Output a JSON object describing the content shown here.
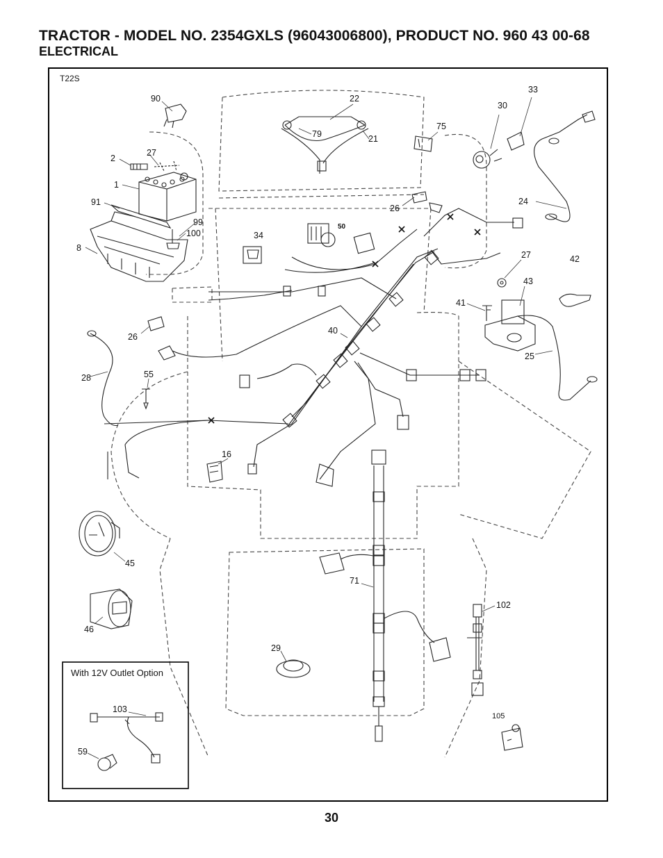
{
  "header": {
    "title": "TRACTOR - MODEL NO. 2354GXLS (96043006800), PRODUCT NO. 960 43 00-68",
    "subtitle": "ELECTRICAL"
  },
  "diagram": {
    "code": "T22S",
    "inset_title": "With 12V Outlet Option",
    "labels": {
      "p90": "90",
      "p22": "22",
      "p33": "33",
      "p30": "30",
      "p75": "75",
      "p79": "79",
      "p21": "21",
      "p27a": "27",
      "p2": "2",
      "p1": "1",
      "p91": "91",
      "p26a": "26",
      "p24": "24",
      "p99": "99",
      "p100": "100",
      "p34": "34",
      "p50": "50",
      "p8": "8",
      "p27b": "27",
      "p42": "42",
      "p43": "43",
      "p41": "41",
      "p40": "40",
      "p26b": "26",
      "p25": "25",
      "p28": "28",
      "p55": "55",
      "p16": "16",
      "p45": "45",
      "p71": "71",
      "p46": "46",
      "p102": "102",
      "p29": "29",
      "p103": "103",
      "p105": "105",
      "p59": "59"
    }
  },
  "footer": {
    "page_number": "30"
  }
}
